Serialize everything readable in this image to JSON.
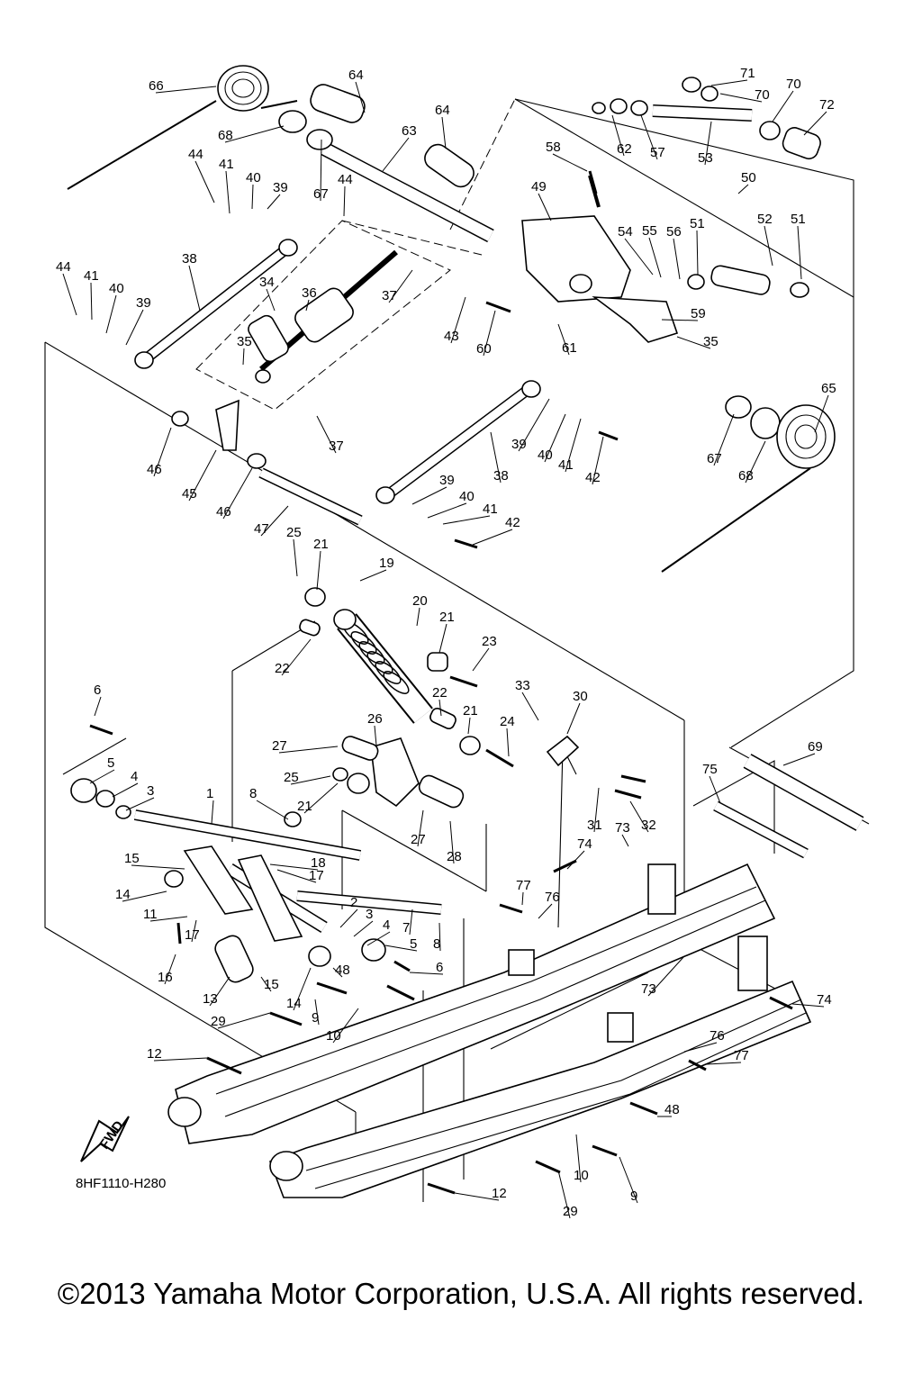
{
  "diagram": {
    "catalog_code": "8HF1110-H280",
    "fwd_label": "FWD",
    "copyright": "©2013 Yamaha Motor Corporation, U.S.A. All rights reserved.",
    "callouts": [
      "66",
      "64",
      "71",
      "70",
      "70",
      "72",
      "68",
      "62",
      "57",
      "53",
      "64",
      "63",
      "58",
      "44",
      "41",
      "40",
      "39",
      "67",
      "44",
      "49",
      "50",
      "54",
      "55",
      "56",
      "51",
      "52",
      "51",
      "44",
      "41",
      "40",
      "39",
      "38",
      "34",
      "36",
      "35",
      "37",
      "43",
      "60",
      "59",
      "61",
      "35",
      "65",
      "37",
      "46",
      "45",
      "46",
      "39",
      "40",
      "41",
      "42",
      "38",
      "67",
      "68",
      "39",
      "40",
      "41",
      "42",
      "47",
      "25",
      "21",
      "19",
      "20",
      "21",
      "23",
      "22",
      "6",
      "33",
      "30",
      "26",
      "22",
      "21",
      "24",
      "27",
      "69",
      "5",
      "25",
      "4",
      "3",
      "1",
      "21",
      "8",
      "75",
      "31",
      "32",
      "73",
      "28",
      "27",
      "15",
      "18",
      "17",
      "14",
      "11",
      "17",
      "16",
      "2",
      "3",
      "4",
      "7",
      "8",
      "74",
      "77",
      "76",
      "5",
      "6",
      "13",
      "15",
      "14",
      "48",
      "73",
      "74",
      "29",
      "9",
      "10",
      "76",
      "77",
      "12",
      "48",
      "10",
      "9",
      "12",
      "29"
    ]
  }
}
